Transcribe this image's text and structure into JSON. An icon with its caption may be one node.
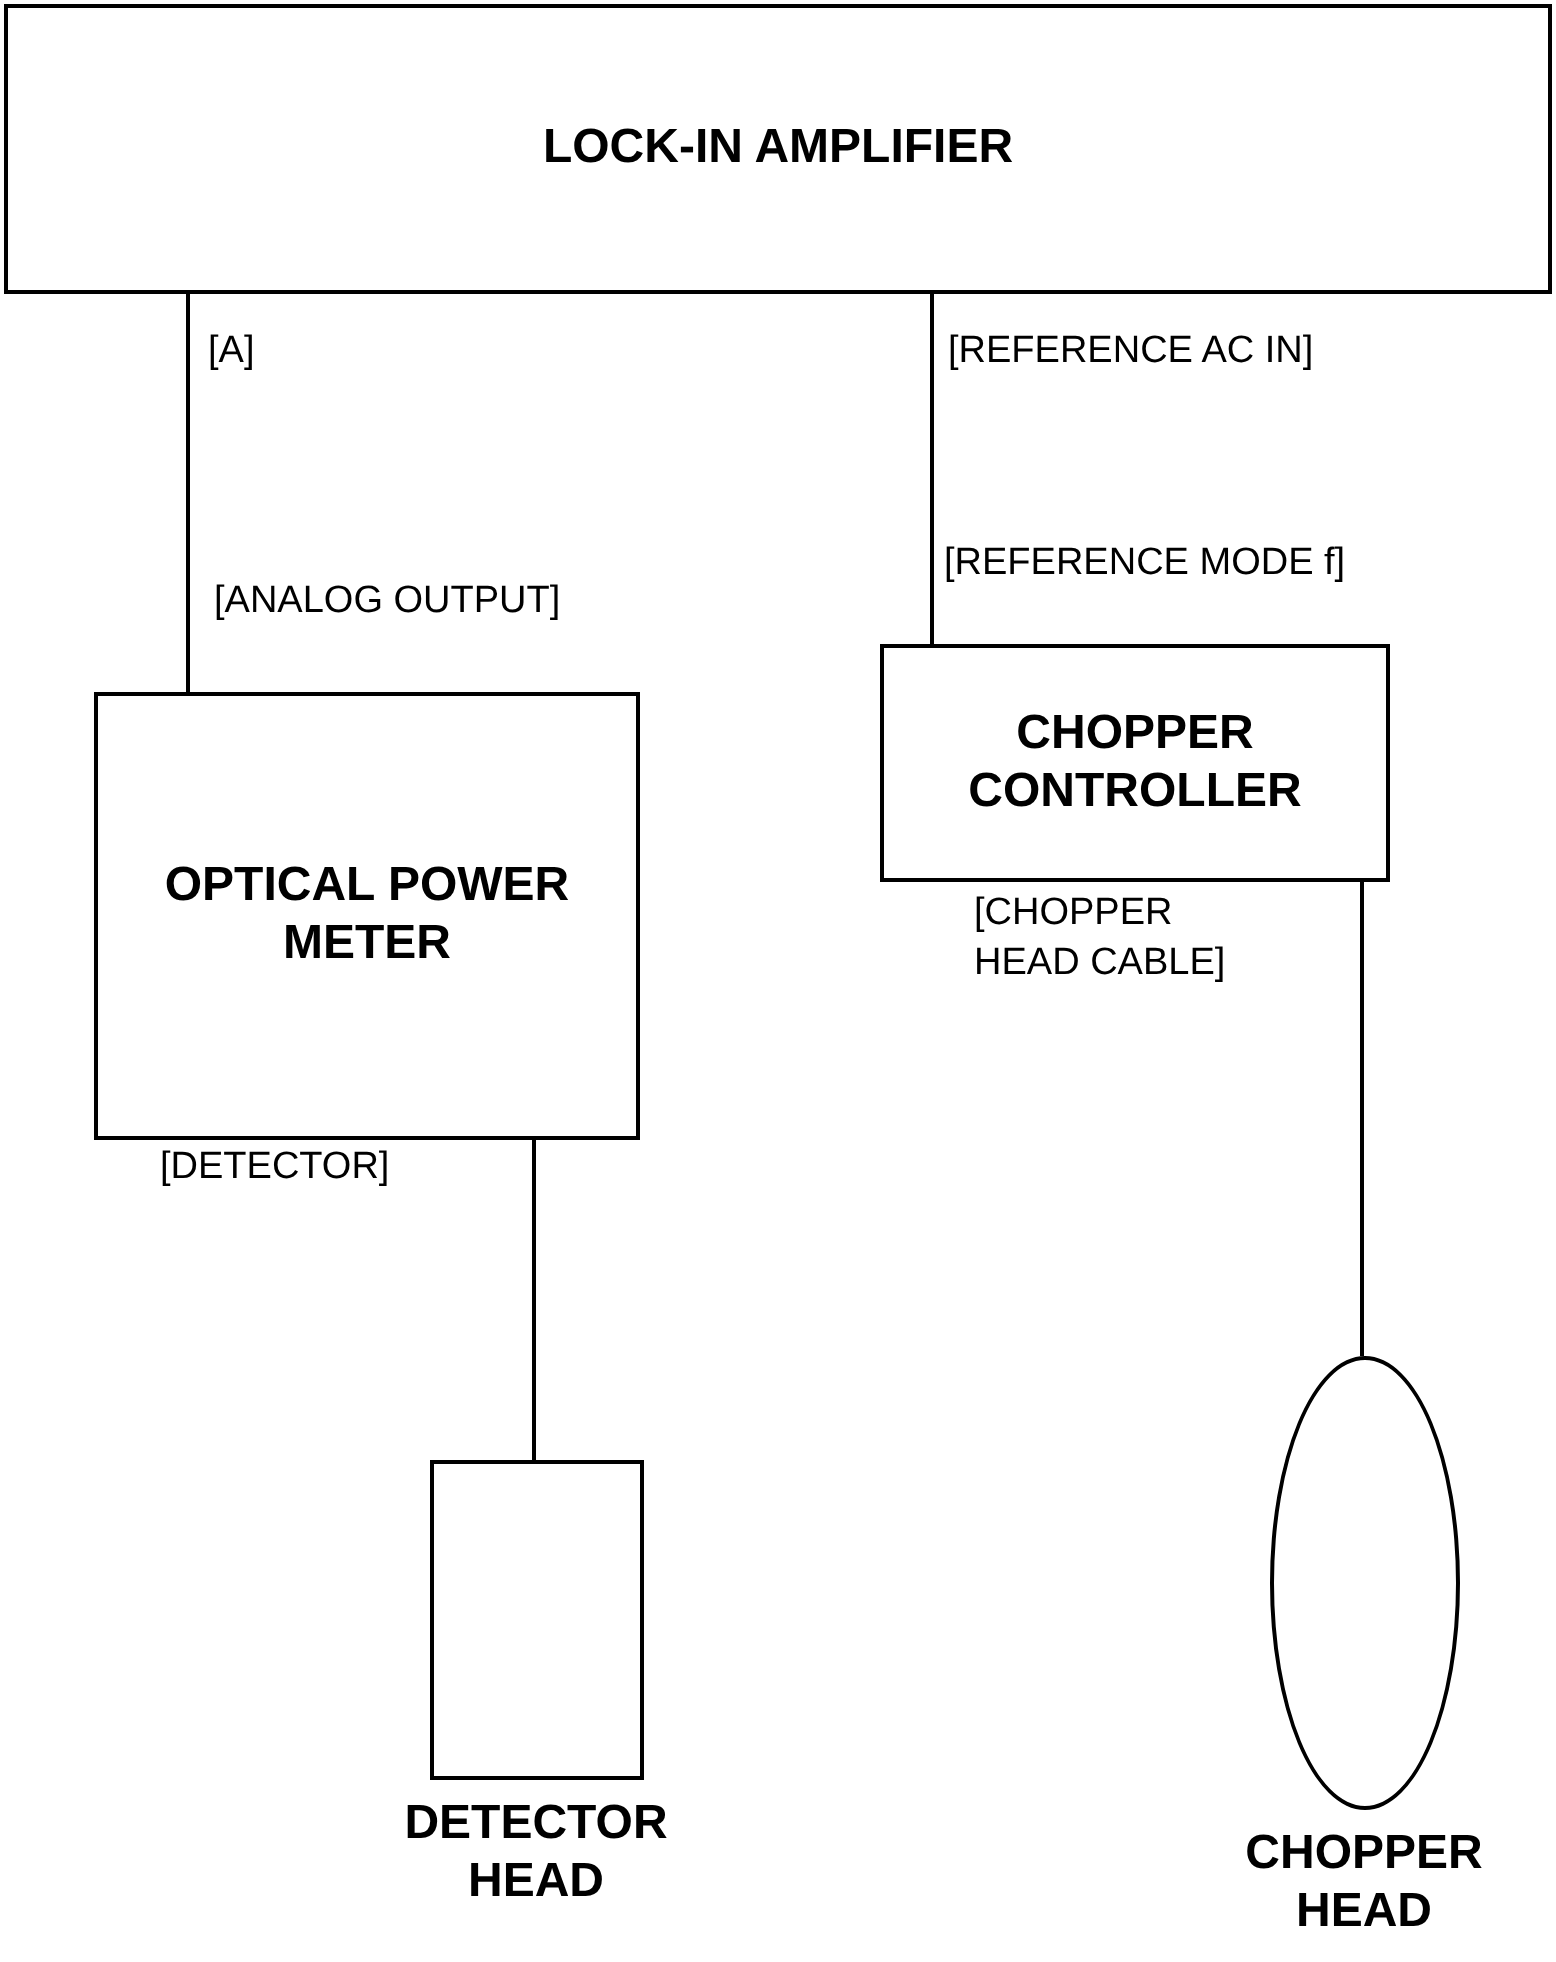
{
  "diagram": {
    "nodes": [
      {
        "text": [
          "LOCK-IN AMPLIFIER"
        ]
      },
      {
        "text": [
          "OPTICAL POWER METER"
        ]
      },
      {
        "text": [
          "CHOPPER CONTROLLER"
        ]
      },
      {
        "text": [
          "DETECTOR HEAD"
        ]
      },
      {
        "text": [
          "CHOPPER HEAD"
        ]
      }
    ],
    "edges": [
      {
        "from": 0,
        "to": 1,
        "arrow": "none"
      },
      {
        "from": 0,
        "to": 2,
        "arrow": "none"
      },
      {
        "from": 1,
        "to": 3,
        "arrow": "none"
      },
      {
        "from": 2,
        "to": 4,
        "arrow": "none"
      }
    ],
    "labels": [
      "[A]",
      "[REFERENCE AC IN]",
      "[REFERENCE MODE f]",
      "[ANALOG OUTPUT]",
      "[CHOPPER HEAD CABLE]",
      "[DETECTOR]"
    ]
  }
}
